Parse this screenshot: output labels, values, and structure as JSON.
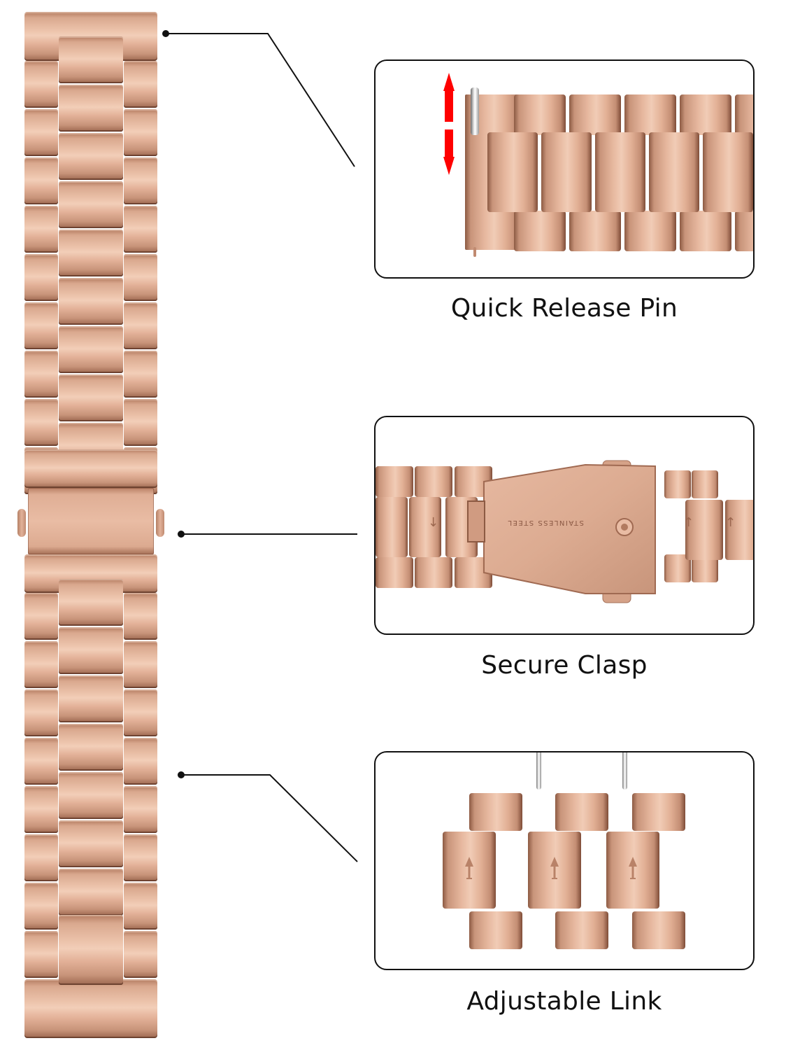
{
  "product": {
    "name": "Stainless steel three-link watch band",
    "finish_color": "#d9a88e",
    "highlight_color": "#f2ceb8",
    "shadow_color": "#8c5a43"
  },
  "callouts": [
    {
      "id": "quick-release-pin",
      "label": "Quick Release Pin",
      "accent_arrow_color": "#ff0000"
    },
    {
      "id": "secure-clasp",
      "label": "Secure Clasp",
      "engraving": "STAINLESS STEEL"
    },
    {
      "id": "adjustable-link",
      "label": "Adjustable Link"
    }
  ],
  "styles": {
    "line_color": "#111111",
    "panel_border_color": "#111111",
    "background": "#ffffff"
  },
  "icons": {
    "pin_direction": "double-vertical-arrow-icon",
    "link_direction": "up-arrow-icon",
    "clasp_direction_left": "down-arrow-icon",
    "clasp_direction_right": "up-arrow-icon"
  }
}
